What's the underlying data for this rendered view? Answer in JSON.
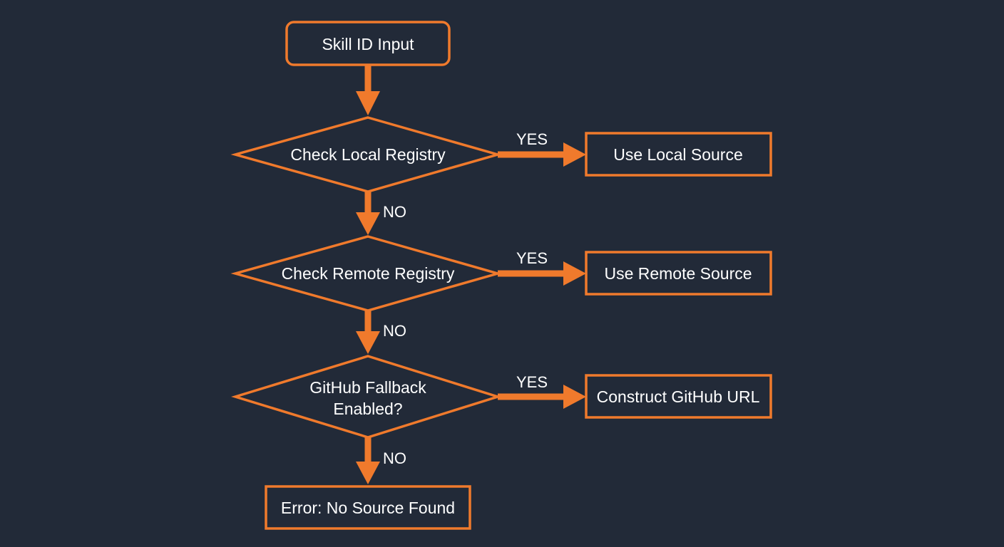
{
  "colors": {
    "background": "#222a38",
    "accent": "#f07a2c",
    "text": "#ffffff"
  },
  "nodes": {
    "start": "Skill ID Input",
    "local_check": "Check Local Registry",
    "remote_check": "Check Remote Registry",
    "github_check_line1": "GitHub Fallback",
    "github_check_line2": "Enabled?",
    "use_local": "Use Local Source",
    "use_remote": "Use Remote Source",
    "github_url": "Construct GitHub URL",
    "error": "Error: No Source Found"
  },
  "edges": {
    "local_yes": "YES",
    "local_no": "NO",
    "remote_yes": "YES",
    "remote_no": "NO",
    "github_yes": "YES",
    "github_no": "NO"
  }
}
